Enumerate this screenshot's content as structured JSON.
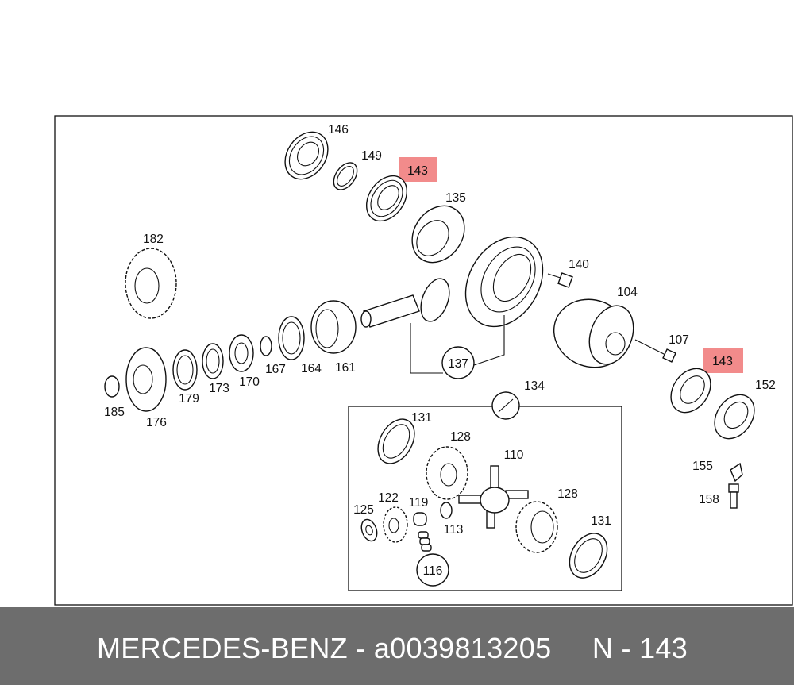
{
  "diagram": {
    "labels": [
      "146",
      "149",
      "143",
      "135",
      "182",
      "140",
      "104",
      "107",
      "143",
      "152",
      "137",
      "134",
      "131",
      "128",
      "110",
      "125",
      "122",
      "119",
      "113",
      "128",
      "131",
      "116",
      "155",
      "158",
      "185",
      "176",
      "179",
      "173",
      "170",
      "167",
      "164",
      "161"
    ],
    "highlighted_label_indices": [
      2,
      8
    ],
    "highlight_color": "#f28b8b"
  },
  "footer": {
    "brand": "MERCEDES-BENZ",
    "separator": "-",
    "part_number": "a0039813205",
    "ref": "N - 143",
    "bg_color": "#6d6d6d"
  }
}
